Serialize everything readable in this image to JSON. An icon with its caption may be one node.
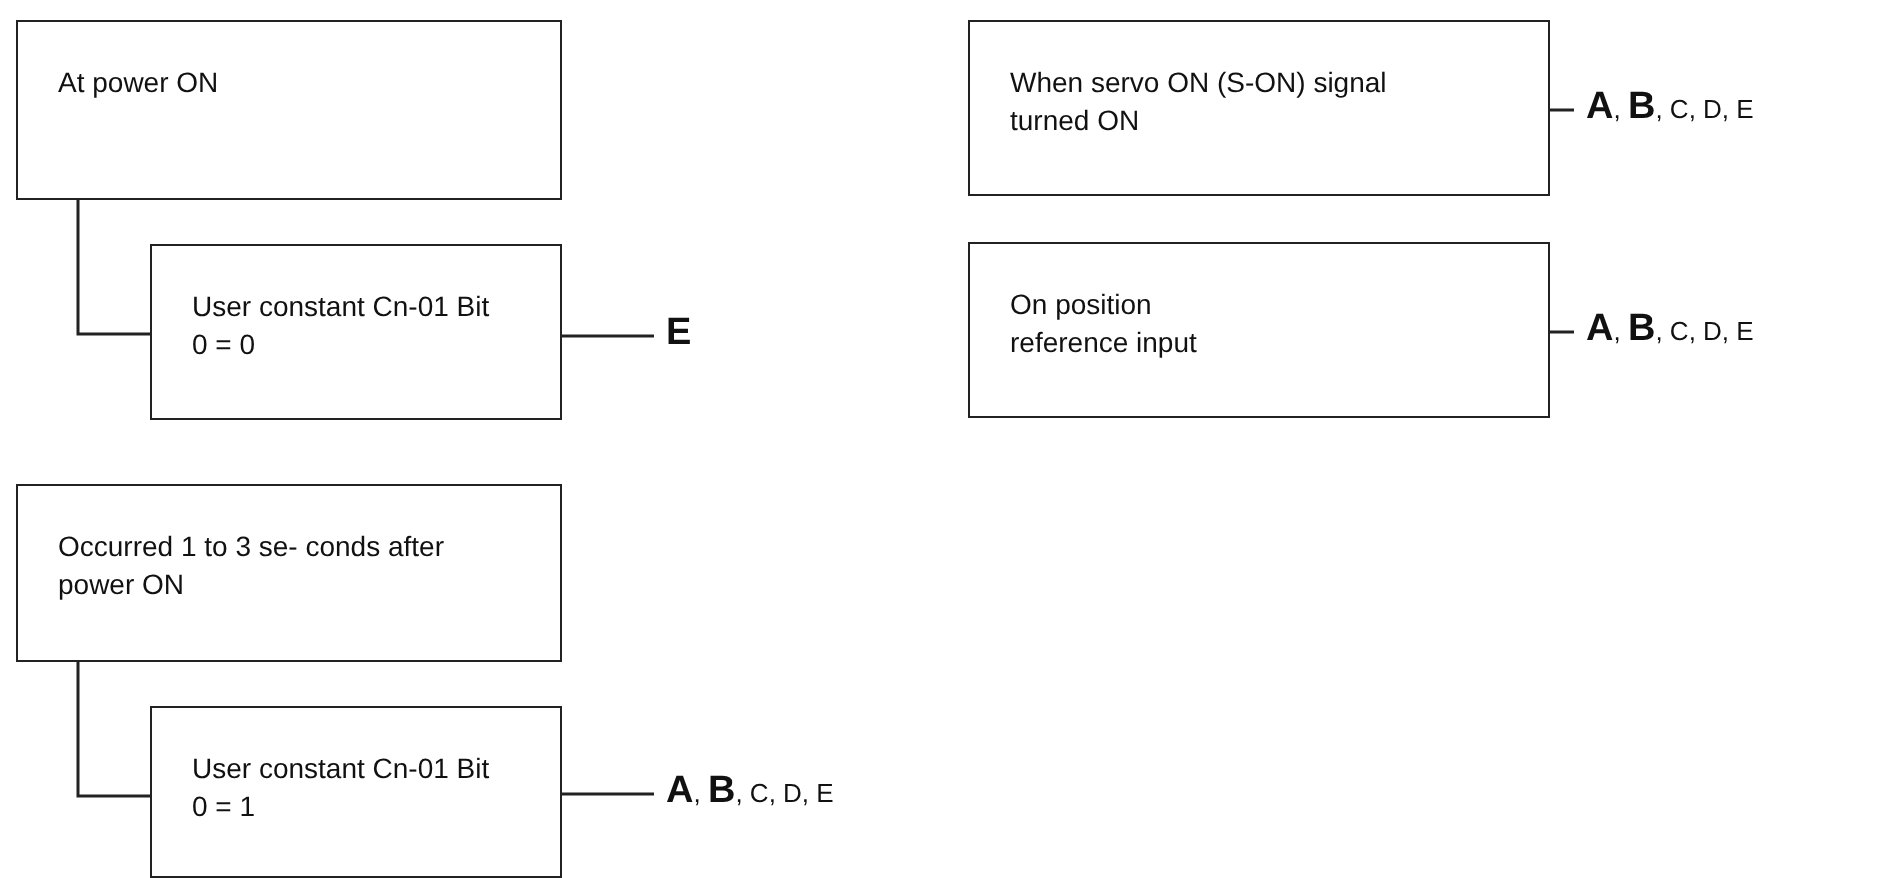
{
  "diagram": {
    "nodes": [
      {
        "text": [
          "At power ON"
        ]
      },
      {
        "text": [
          "User constant Cn-01 Bit 0 = 0"
        ]
      },
      {
        "text": [
          "**E**"
        ]
      },
      {
        "text": [
          "When servo ON (S-ON) signal turned ON"
        ]
      },
      {
        "text": [
          "**A**, **B**, C, D, E"
        ]
      },
      {
        "text": [
          "On position reference input"
        ]
      },
      {
        "text": [
          "**A**, **B**, C, D, E"
        ]
      },
      {
        "text": [
          "Occurred 1 to 3 se- conds after power ON"
        ]
      },
      {
        "text": [
          "User constant Cn-01 Bit 0 = 1"
        ]
      },
      {
        "text": [
          "**A**, **B**, C, D, E"
        ]
      }
    ],
    "edges": [
      {
        "from": 0,
        "to": 1,
        "arrow": "none"
      },
      {
        "from": 1,
        "to": 2,
        "arrow": "none"
      },
      {
        "from": 3,
        "to": 4,
        "arrow": "none"
      },
      {
        "from": 5,
        "to": 6,
        "arrow": "none"
      },
      {
        "from": 7,
        "to": 8,
        "arrow": "none"
      },
      {
        "from": 8,
        "to": 9,
        "arrow": "none"
      }
    ]
  }
}
